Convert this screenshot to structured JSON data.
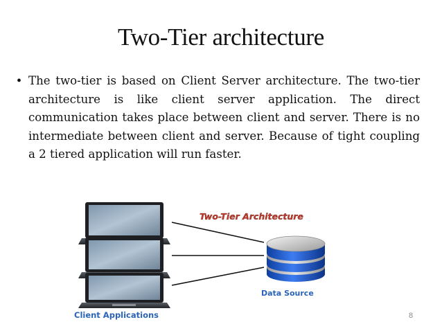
{
  "slide": {
    "title": "Two-Tier architecture",
    "bullet": "The two-tier is based on Client Server architecture. The two-tier architecture is like client server application. The direct communication takes place between client and server. There is no intermediate between client and server. Because of tight coupling a 2 tiered application will run faster.",
    "page_number": "8"
  },
  "diagram": {
    "title": "Two-Tier Architecture",
    "server_label": "Data Source",
    "clients_label": "Client Applications",
    "title_color": "#c0392b",
    "label_color": "#2a63b8",
    "client_count": 3,
    "client_icon": "laptop-icon",
    "server_icon": "database-icon"
  }
}
